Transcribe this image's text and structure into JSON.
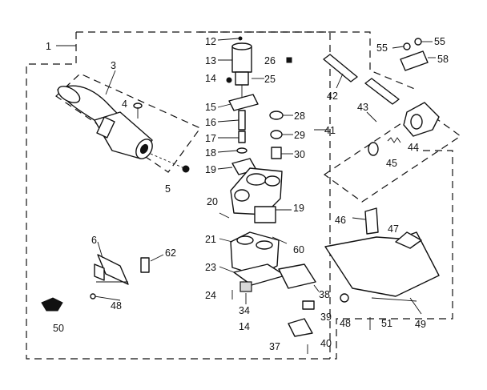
{
  "diagram": {
    "parts": [
      {
        "number": "1"
      },
      {
        "number": "3"
      },
      {
        "number": "4"
      },
      {
        "number": "5"
      },
      {
        "number": "6"
      },
      {
        "number": "12"
      },
      {
        "number": "13"
      },
      {
        "number": "14"
      },
      {
        "number": "15"
      },
      {
        "number": "16"
      },
      {
        "number": "17"
      },
      {
        "number": "18"
      },
      {
        "number": "19"
      },
      {
        "number": "20"
      },
      {
        "number": "21"
      },
      {
        "number": "23"
      },
      {
        "number": "24"
      },
      {
        "number": "25"
      },
      {
        "number": "26"
      },
      {
        "number": "28"
      },
      {
        "number": "29"
      },
      {
        "number": "30"
      },
      {
        "number": "34"
      },
      {
        "number": "37"
      },
      {
        "number": "38"
      },
      {
        "number": "39"
      },
      {
        "number": "40"
      },
      {
        "number": "41"
      },
      {
        "number": "42"
      },
      {
        "number": "43"
      },
      {
        "number": "44"
      },
      {
        "number": "45"
      },
      {
        "number": "46"
      },
      {
        "number": "47"
      },
      {
        "number": "48"
      },
      {
        "number": "49"
      },
      {
        "number": "50"
      },
      {
        "number": "51"
      },
      {
        "number": "55"
      },
      {
        "number": "58"
      },
      {
        "number": "60"
      },
      {
        "number": "62"
      }
    ]
  }
}
